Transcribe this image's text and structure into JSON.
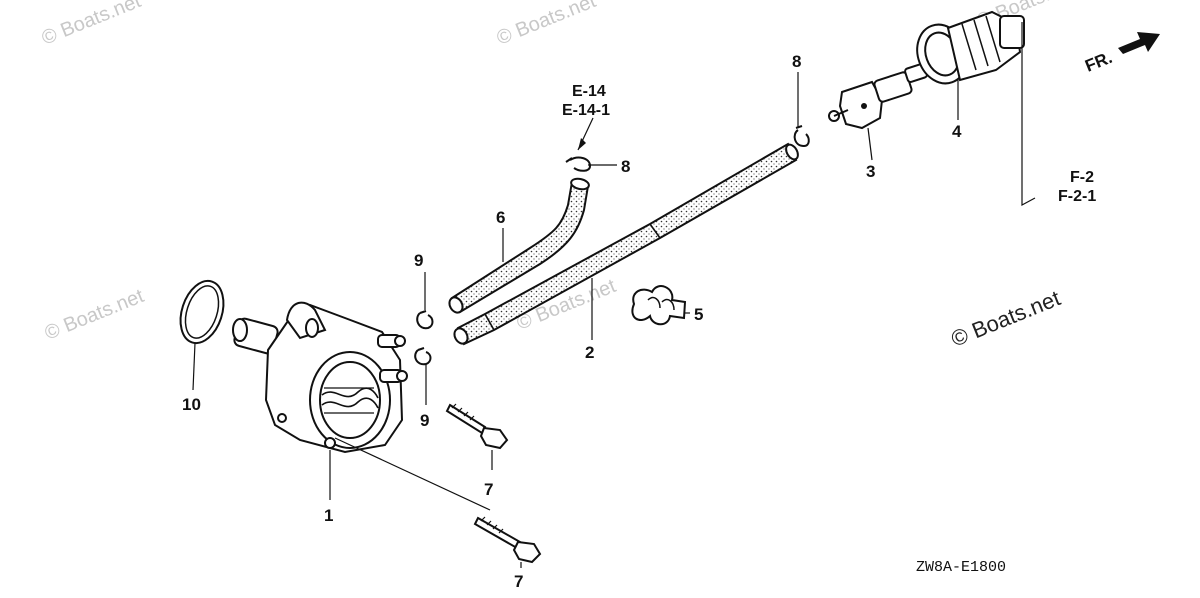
{
  "watermarks": {
    "text": "© Boats.net",
    "main": "© Boats.net"
  },
  "front_indicator": {
    "label": "FR.",
    "icon": "arrow-right-icon"
  },
  "references": {
    "e_top": "E-14",
    "e_bottom": "E-14-1",
    "f_top": "F-2",
    "f_bottom": "F-2-1"
  },
  "callouts": {
    "p1": "1",
    "p2": "2",
    "p3": "3",
    "p4": "4",
    "p5": "5",
    "p6": "6",
    "p7a": "7",
    "p7b": "7",
    "p8a": "8",
    "p8b": "8",
    "p9a": "9",
    "p9b": "9",
    "p10": "10"
  },
  "diagram_code": "ZW8A-E1800"
}
